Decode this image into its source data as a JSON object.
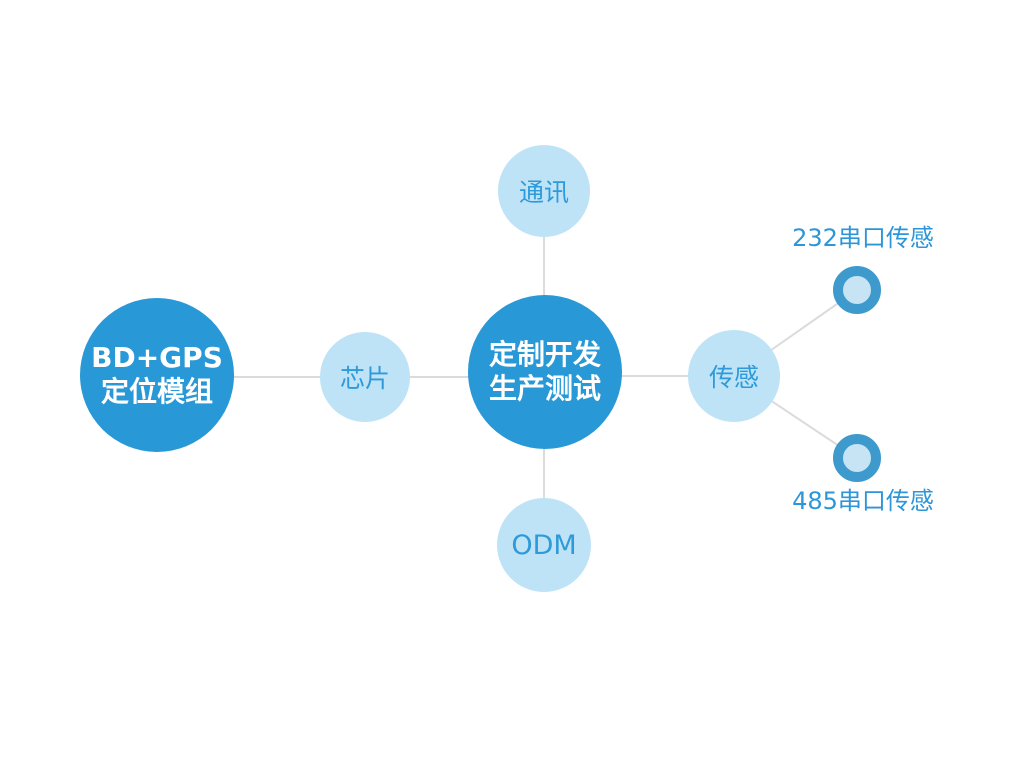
{
  "diagram": {
    "nodes": {
      "bdgps": {
        "line1": "BD+GPS",
        "line2": "定位模组"
      },
      "chip": {
        "label": "芯片"
      },
      "center": {
        "line1": "定制开发",
        "line2": "生产测试"
      },
      "comm": {
        "label": "通讯"
      },
      "odm": {
        "label": "ODM"
      },
      "sensor": {
        "label": "传感"
      },
      "serial232": {
        "label": "232串口传感"
      },
      "serial485": {
        "label": "485串口传感"
      }
    },
    "icons": {
      "donut232": "donut-node-icon",
      "donut485": "donut-node-icon"
    },
    "colors": {
      "dark_circle": "#2998D6",
      "light_circle": "#BEE3F7",
      "node_text": "#2E9AD9",
      "label_text": "#2D96D8",
      "donut_ring": "#3E9ACD",
      "donut_inner": "#C6E4F4",
      "connector_line": "#DBDBDB",
      "background": "#FFFFFF"
    }
  }
}
